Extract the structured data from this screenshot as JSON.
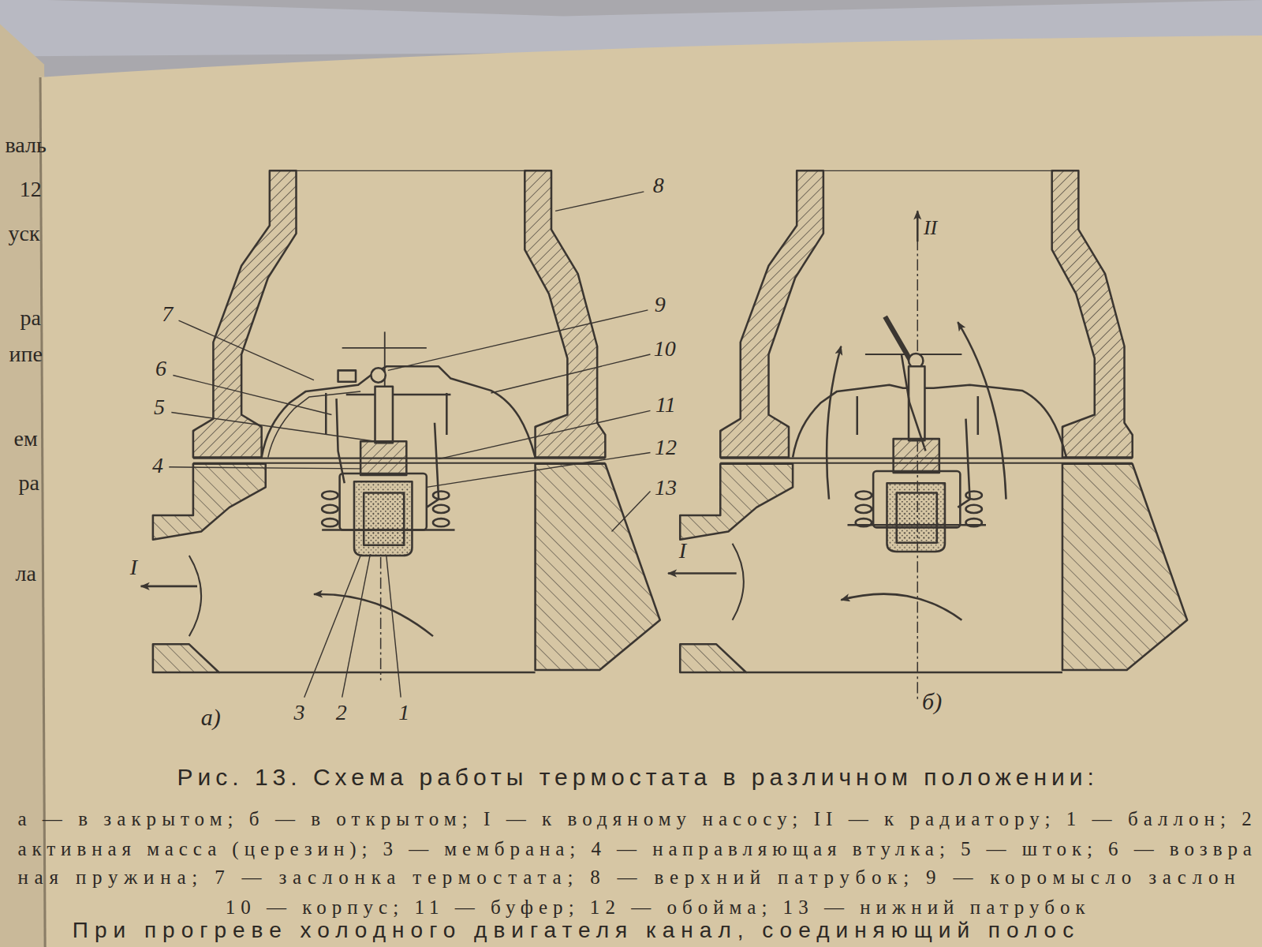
{
  "diagram": {
    "caption": "Рис. 13. Схема работы термостата в различном положении:",
    "labels": [
      "валь",
      "12",
      "уск",
      "ра",
      "ипе",
      "ем",
      "ра",
      "ла",
      "8",
      "7",
      "9",
      "6",
      "10",
      "5",
      "11",
      "12",
      "4",
      "13",
      "I",
      "а)",
      "3",
      "2",
      "1",
      "II",
      "I",
      "б)",
      "а — в закрытом; б — в открытом; I — к водяному насосу; II — к радиатору; 1 — баллон; 2",
      "активная масса (церезин); 3 — мембрана; 4 — направляющая втулка; 5 — шток; 6 — возвра",
      "ная пружина; 7 — заслонка термостата; 8 — верхний патрубок; 9 — коромысло заслон",
      "10 — корпус; 11 — буфер; 12 — обойма; 13 — нижний патрубок",
      "При прогреве холодного двигателя канал, соединяющий полос"
    ]
  }
}
